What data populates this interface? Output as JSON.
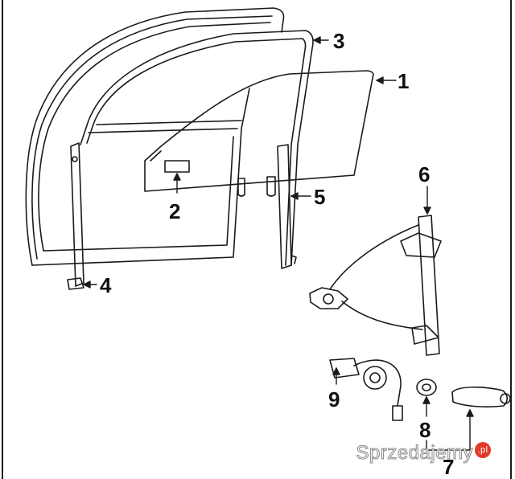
{
  "callouts": [
    {
      "id": "1",
      "label": "1"
    },
    {
      "id": "2",
      "label": "2"
    },
    {
      "id": "3",
      "label": "3"
    },
    {
      "id": "4",
      "label": "4"
    },
    {
      "id": "5",
      "label": "5"
    },
    {
      "id": "6",
      "label": "6"
    },
    {
      "id": "7",
      "label": "7"
    },
    {
      "id": "8",
      "label": "8"
    },
    {
      "id": "9",
      "label": "9"
    }
  ],
  "watermark": {
    "text": "Sprzedajemy",
    "badge": ".pl"
  },
  "colors": {
    "line": "#1a1a1a",
    "background": "#ffffff",
    "watermark_badge": "#e23a2a"
  }
}
